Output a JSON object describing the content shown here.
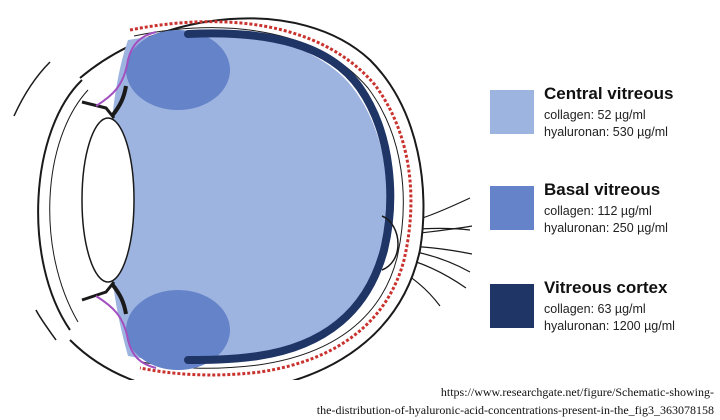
{
  "legend": {
    "items": [
      {
        "name": "Central vitreous",
        "collagen": "collagen: 52 µg/ml",
        "hyaluronan": "hyaluronan: 530 µg/ml",
        "color": "#9db3e0"
      },
      {
        "name": "Basal vitreous",
        "collagen": "collagen: 112 µg/ml",
        "hyaluronan": "hyaluronan: 250 µg/ml",
        "color": "#6483c9"
      },
      {
        "name": "Vitreous cortex",
        "collagen": "collagen: 63 µg/ml",
        "hyaluronan": "hyaluronan: 1200 µg/ml",
        "color": "#1f3566"
      }
    ]
  },
  "source": {
    "line1": "https://www.researchgate.net/figure/Schematic-showing-",
    "line2": "the-distribution-of-hyaluronic-acid-concentrations-present-in-the_fig3_363078158"
  },
  "colors": {
    "outline": "#1a1a1a",
    "retina_red": "#c9332f",
    "ciliary_purple": "#a24fbf",
    "background": "#ffffff"
  }
}
